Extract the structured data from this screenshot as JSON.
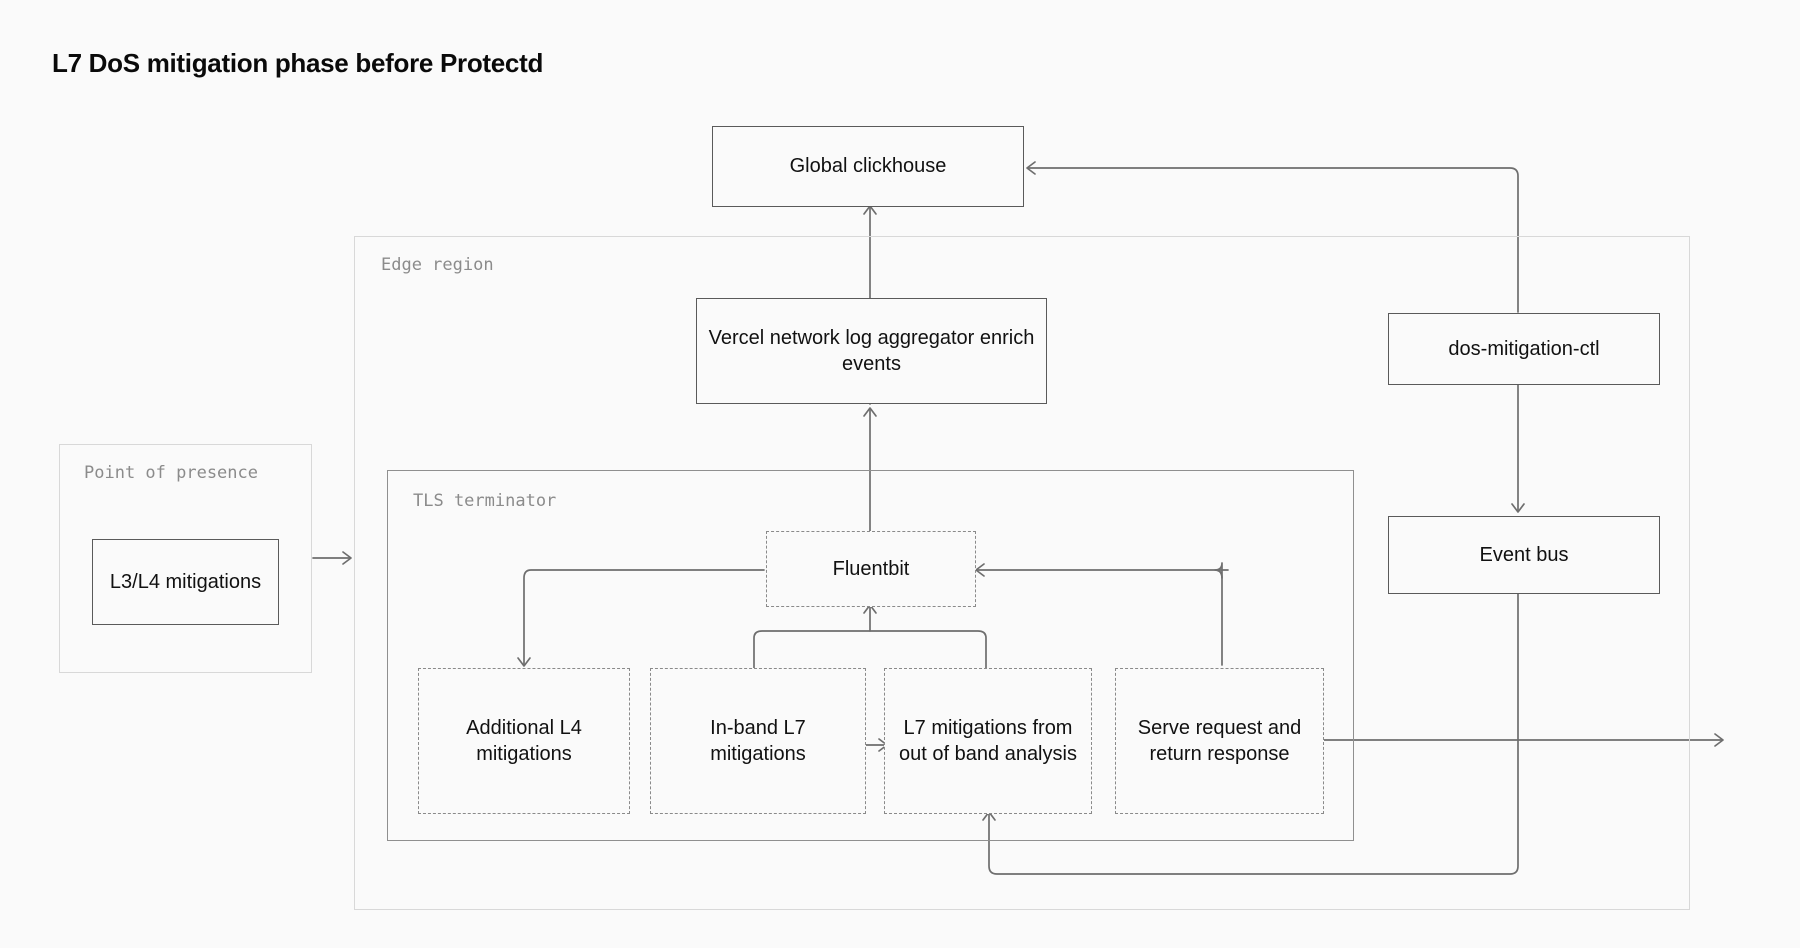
{
  "page": {
    "title": "L7 DoS mitigation phase before Protectd",
    "background_color": "#fafafa",
    "text_color": "#111111",
    "connector_color": "#6e6e6e"
  },
  "groups": {
    "point_of_presence": {
      "label": "Point of presence",
      "border_style": "solid",
      "border_color": "#d8d8d8"
    },
    "edge_region": {
      "label": "Edge region",
      "border_style": "solid",
      "border_color": "#d8d8d8"
    },
    "tls_terminator": {
      "label": "TLS terminator",
      "border_style": "solid",
      "border_color": "#8f8f8f"
    }
  },
  "nodes": {
    "global_clickhouse": {
      "label": "Global clickhouse",
      "border_style": "solid"
    },
    "l3_l4_mitigations": {
      "label": "L3/L4 mitigations",
      "border_style": "solid"
    },
    "vercel_aggregator": {
      "label": "Vercel network log aggregator enrich events",
      "border_style": "solid"
    },
    "fluentbit": {
      "label": "Fluentbit",
      "border_style": "dashed"
    },
    "additional_l4": {
      "label": "Additional L4 mitigations",
      "border_style": "dashed"
    },
    "inband_l7": {
      "label": "In-band L7 mitigations",
      "border_style": "dashed"
    },
    "l7_out_of_band": {
      "label": "L7 mitigations from out of band analysis",
      "border_style": "dashed"
    },
    "serve_request": {
      "label": "Serve request and return response",
      "border_style": "dashed"
    },
    "dos_mitigation_ctl": {
      "label": "dos-mitigation-ctl",
      "border_style": "solid"
    },
    "event_bus": {
      "label": "Event bus",
      "border_style": "solid"
    }
  },
  "edges": [
    {
      "from": "l3_l4_mitigations",
      "to": "tls_terminator",
      "arrow": "right"
    },
    {
      "from": "vercel_aggregator",
      "to": "global_clickhouse",
      "arrow": "up"
    },
    {
      "from": "fluentbit",
      "to": "vercel_aggregator",
      "arrow": "up"
    },
    {
      "from": "fluentbit",
      "to": "additional_l4",
      "arrow": "down"
    },
    {
      "from": "inband_l7",
      "to": "fluentbit",
      "arrow": "up"
    },
    {
      "from": "l7_out_of_band",
      "to": "fluentbit",
      "arrow": "up"
    },
    {
      "from": "inband_l7",
      "to": "l7_out_of_band",
      "arrow": "right"
    },
    {
      "from": "serve_request",
      "to": "fluentbit",
      "arrow": "left"
    },
    {
      "from": "serve_request",
      "to": "client",
      "arrow": "right"
    },
    {
      "from": "dos_mitigation_ctl",
      "to": "global_clickhouse",
      "arrow": "left"
    },
    {
      "from": "dos_mitigation_ctl",
      "to": "event_bus",
      "arrow": "down"
    },
    {
      "from": "event_bus",
      "to": "l7_out_of_band",
      "arrow": "up"
    }
  ]
}
